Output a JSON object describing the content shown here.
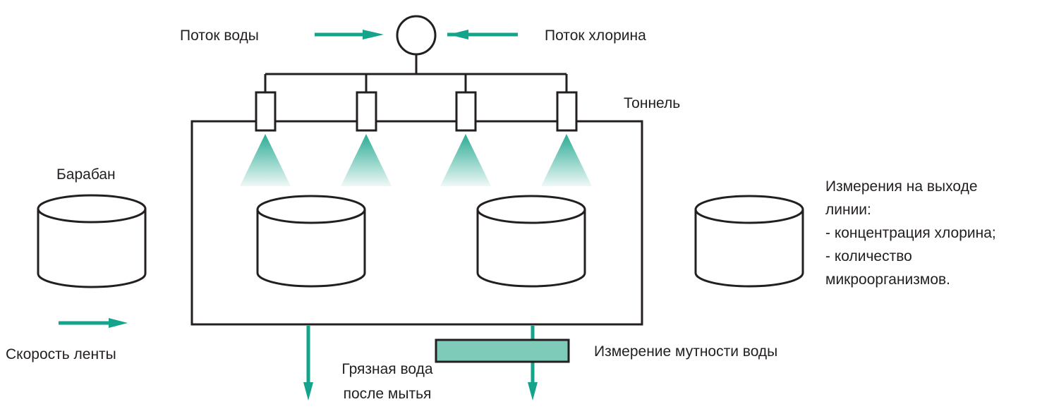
{
  "colors": {
    "accent": "#14a38b",
    "spray": "#3db8a0",
    "sensor_fill": "#7ecbba",
    "line": "#231f20"
  },
  "labels": {
    "water_flow": "Поток воды",
    "chlorine_flow": "Поток хлорина",
    "tunnel": "Тоннель",
    "drum": "Барабан",
    "belt_speed": "Скорость ленты",
    "dirty_water_line1": "Грязная вода",
    "dirty_water_line2": "после мытья",
    "turbidity": "Измерение мутности воды",
    "outlet": {
      "lines": [
        "Измерения на выходе",
        "линии:",
        "- концентрация хлорина;",
        "- количество",
        "микроорганизмов."
      ]
    }
  },
  "icons": {
    "mixer": "circle-mixer-icon",
    "nozzle": "spray-nozzle-icon",
    "drum": "drum-cylinder-icon",
    "arrow": "arrow-icon",
    "sensor": "turbidity-sensor-icon"
  }
}
